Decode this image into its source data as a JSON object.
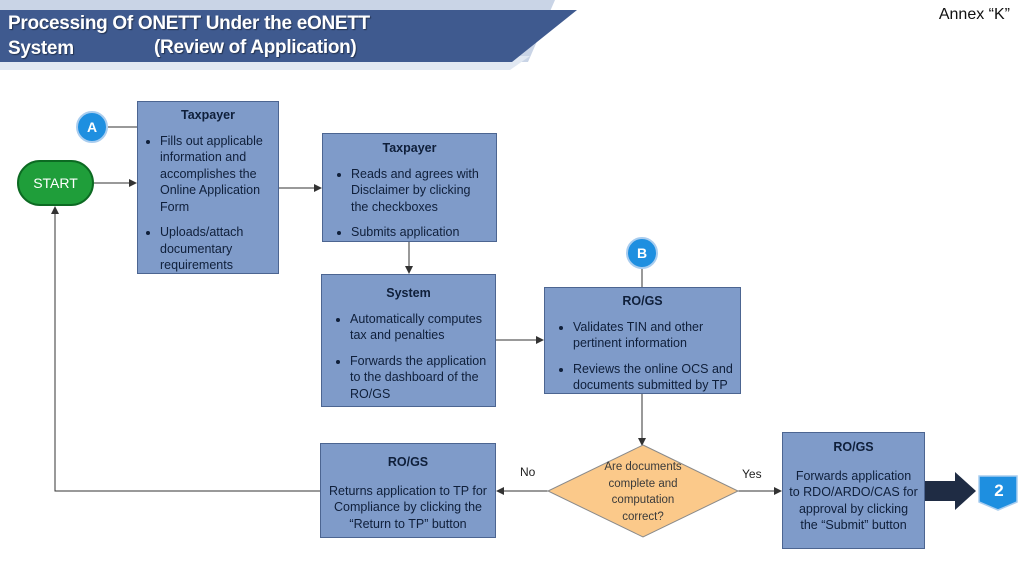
{
  "header": {
    "title_line1": "Processing Of ONETT Under the eONETT",
    "title_line2a": "System",
    "title_line2b": "(Review of Application)",
    "annex": "Annex “K”"
  },
  "colors": {
    "banner_dark": "#3f5a8f",
    "banner_light": "#c9d4e6",
    "box_fill": "#7f9bc9",
    "start_green": "#1f9e3a",
    "connector_blue": "#1e8fe0",
    "decision_fill": "#fbc98a",
    "offpage_fill": "#1e8fe0",
    "arrow_dark": "#1f2c44"
  },
  "start": {
    "label": "START"
  },
  "connectors": {
    "a": "A",
    "b": "B"
  },
  "nodes": {
    "taxpayer_form": {
      "title": "Taxpayer",
      "bullets": [
        "Fills out applicable information and accomplishes the Online Application Form",
        "Uploads/attach documentary requirements"
      ]
    },
    "taxpayer_disclaimer": {
      "title": "Taxpayer",
      "bullets": [
        "Reads and agrees with Disclaimer by clicking the checkboxes",
        "Submits application"
      ]
    },
    "system": {
      "title": "System",
      "bullets": [
        "Automatically computes tax and penalties",
        "Forwards the application to the dashboard of the RO/GS"
      ]
    },
    "rogs_validate": {
      "title": "RO/GS",
      "bullets": [
        "Validates TIN and other pertinent information",
        "Reviews the online OCS and documents submitted by TP"
      ]
    },
    "decision": {
      "text": "Are documents complete and computation correct?"
    },
    "rogs_return": {
      "title": "RO/GS",
      "text": "Returns application to TP for Compliance by clicking the “Return to TP” button"
    },
    "rogs_forward": {
      "title": "RO/GS",
      "text": "Forwards application to RDO/ARDO/CAS for approval by clicking the “Submit” button"
    }
  },
  "edge_labels": {
    "no": "No",
    "yes": "Yes"
  },
  "offpage": {
    "label": "2"
  }
}
